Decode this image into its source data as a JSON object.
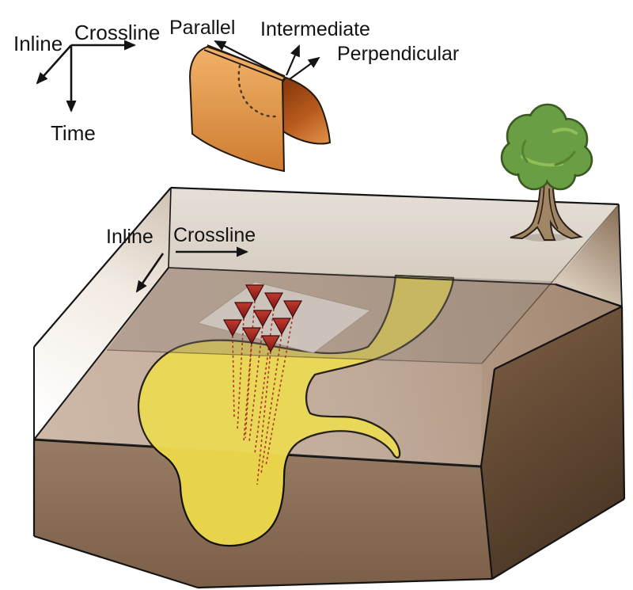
{
  "figure": {
    "axis_triad": {
      "crossline": "Crossline",
      "inline": "Inline",
      "time": "Time"
    },
    "fold_legend": {
      "parallel": "Parallel",
      "intermediate": "Intermediate",
      "perpendicular": "Perpendicular"
    },
    "block_labels": {
      "inline": "Inline",
      "crossline": "Crossline"
    },
    "receiver_grid": {
      "rows": 3,
      "cols": 3,
      "count": 9
    },
    "colors": {
      "surface_tan": "#c9b1a0",
      "surface_far": "#a18670",
      "front_face": "#8a6e59",
      "right_face_dark": "#5a4430",
      "back_band": "#d9d0c6",
      "slab_face_white": "#f7f4ef",
      "channel_yellow": "#e8d44b",
      "channel_dots": "#6f5c10",
      "receiver_red": "#a31f24",
      "ray_red": "#a8281f",
      "fold_orange": "#dd8b3f",
      "fold_inner_dark": "#8c3c0e",
      "tree_crown_green": "#6a9e45",
      "tree_trunk": "#a08664",
      "outline_black": "#141414"
    }
  }
}
